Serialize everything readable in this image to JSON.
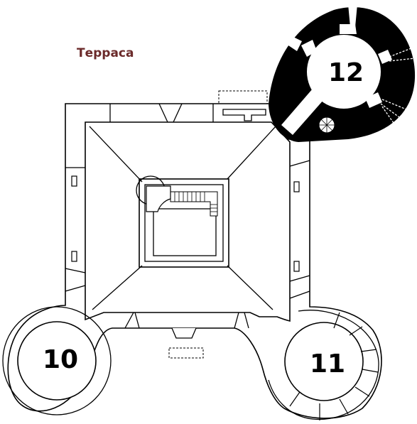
{
  "terrace_label": "Терраса",
  "terrace_label_color": "#6b2a2a",
  "rooms": {
    "room_10": "10",
    "room_11": "11",
    "room_12": "12"
  },
  "colors": {
    "wall_fill": "#ffffff",
    "line": "#000000",
    "tower_fill": "#000000"
  }
}
